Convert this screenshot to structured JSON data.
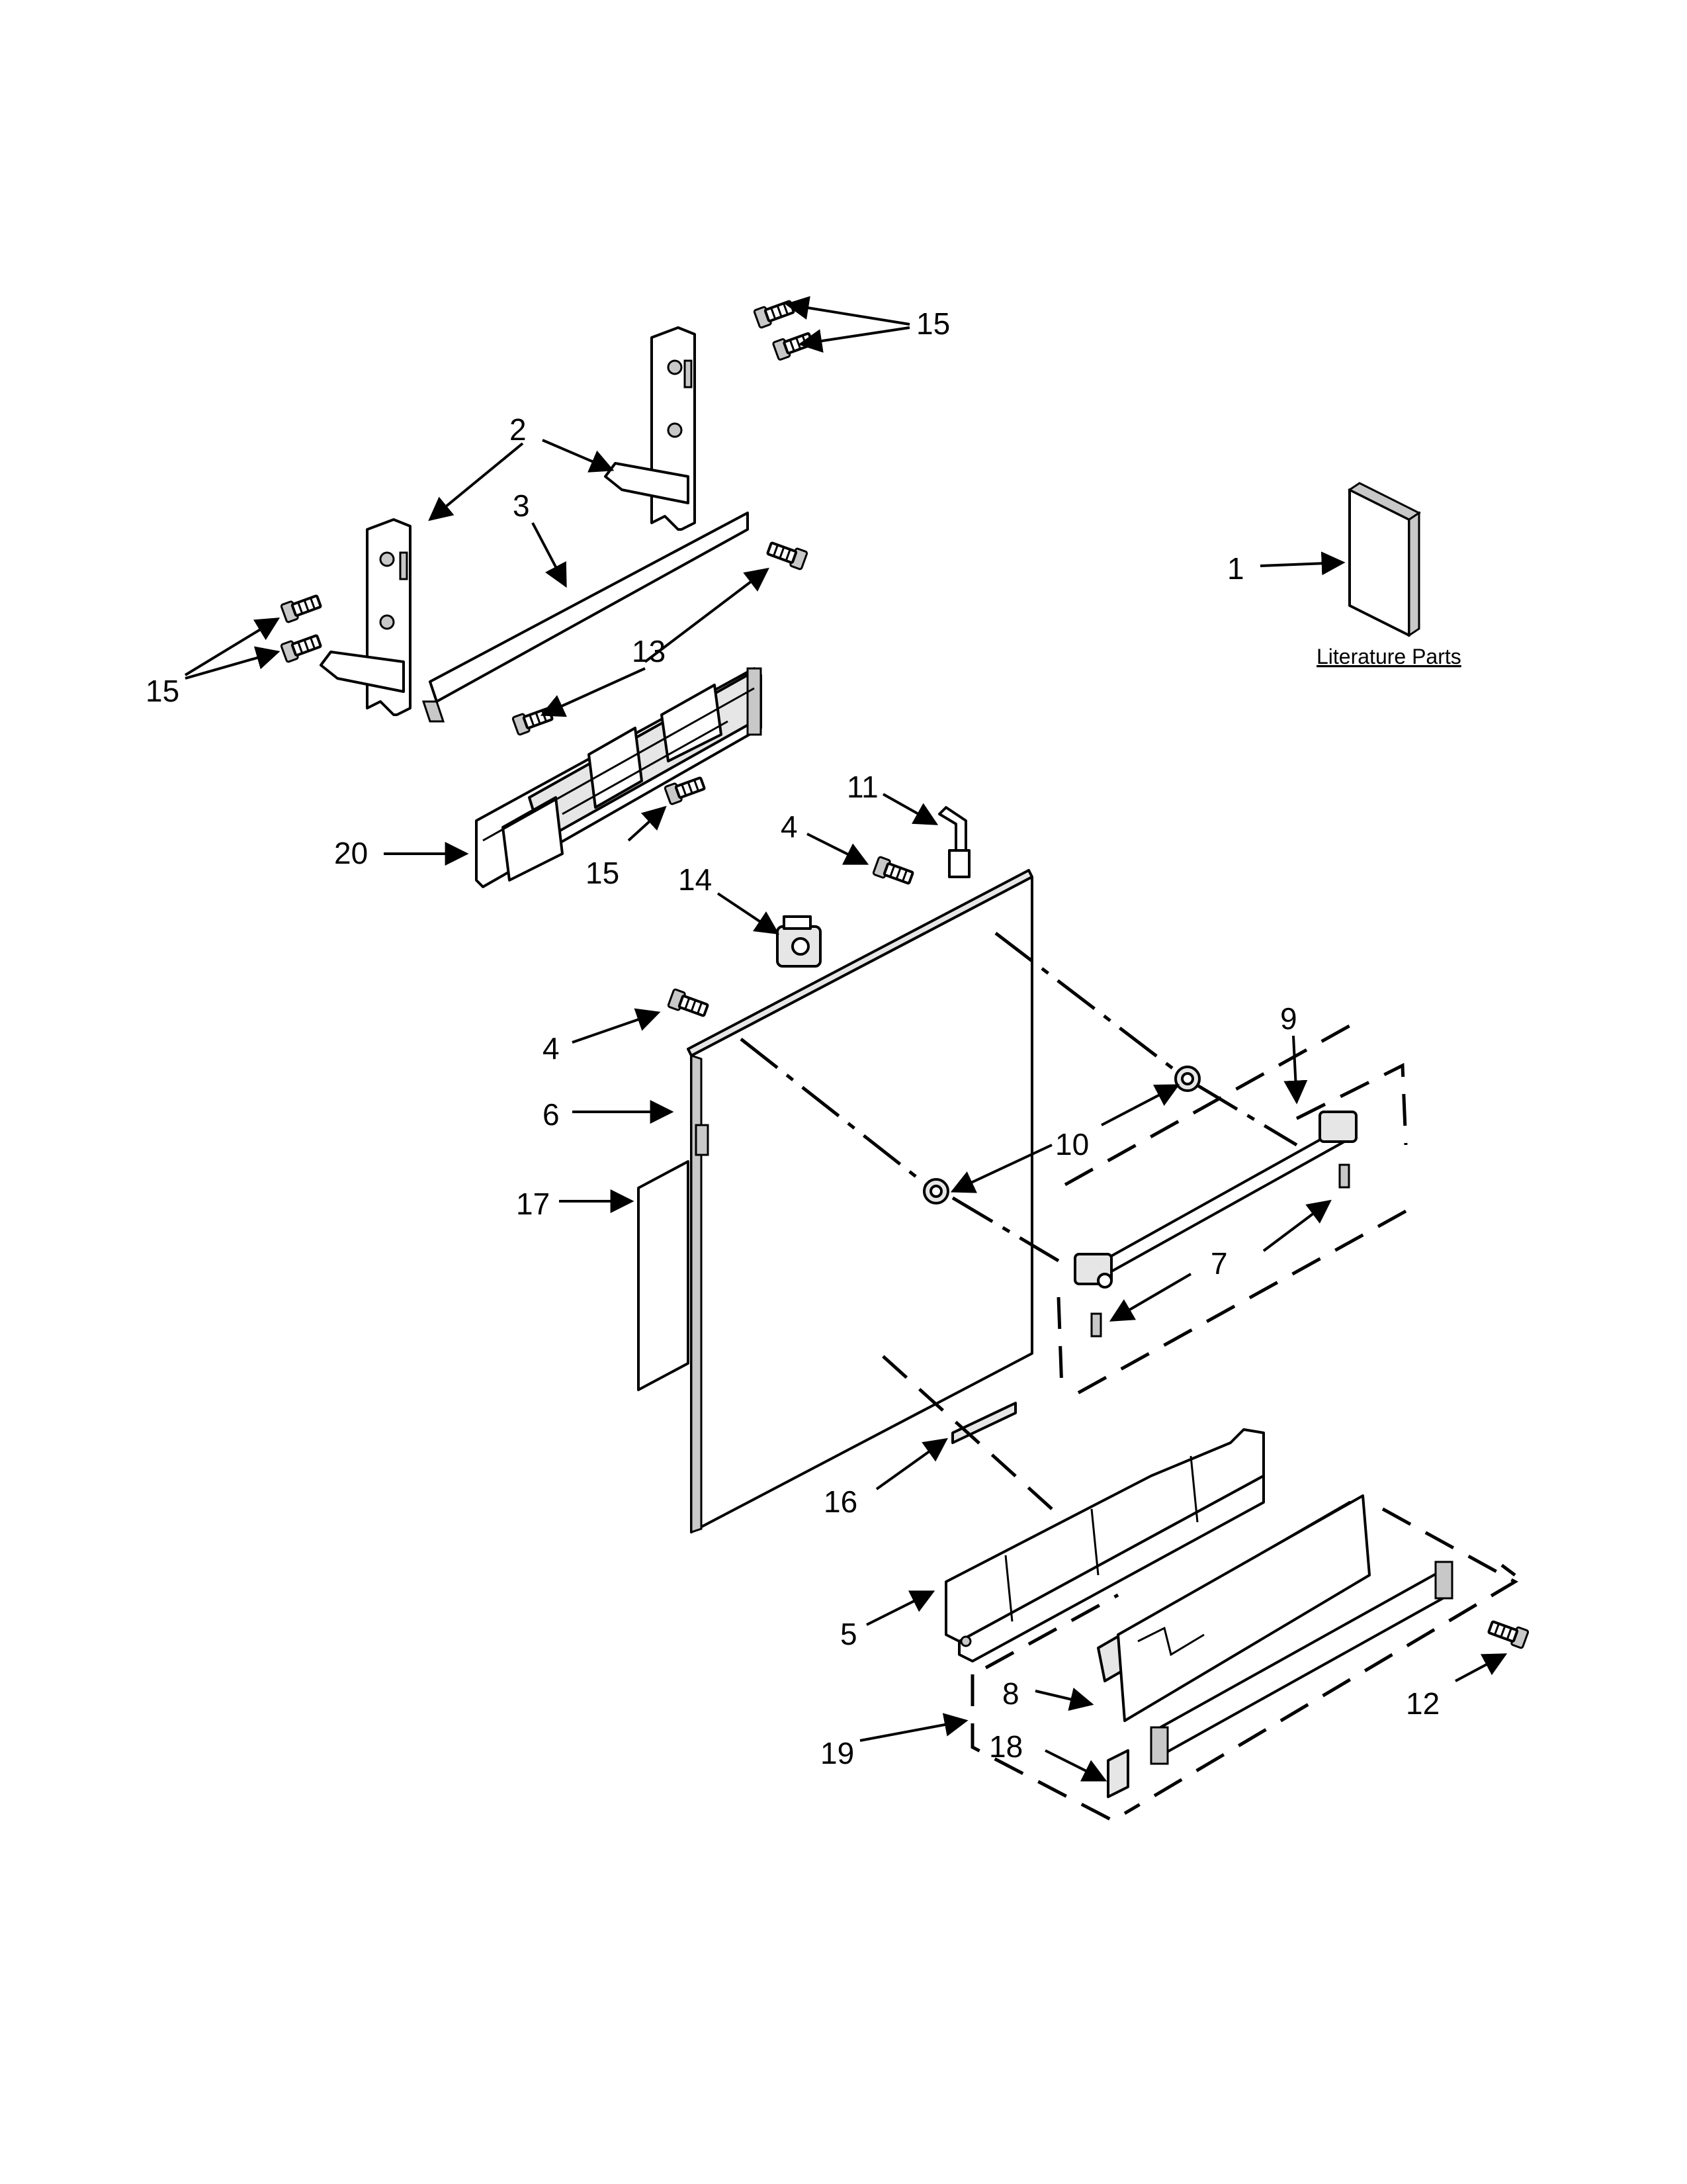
{
  "literature_caption": "Literature Parts",
  "callouts": {
    "c1": "1",
    "c2": "2",
    "c3": "3",
    "c4a": "4",
    "c4b": "4",
    "c5": "5",
    "c6": "6",
    "c7": "7",
    "c8": "8",
    "c9": "9",
    "c10": "10",
    "c11": "11",
    "c12": "12",
    "c13": "13",
    "c14": "14",
    "c15a": "15",
    "c15b": "15",
    "c15c": "15",
    "c16": "16",
    "c17": "17",
    "c18": "18",
    "c19": "19",
    "c20": "20"
  }
}
